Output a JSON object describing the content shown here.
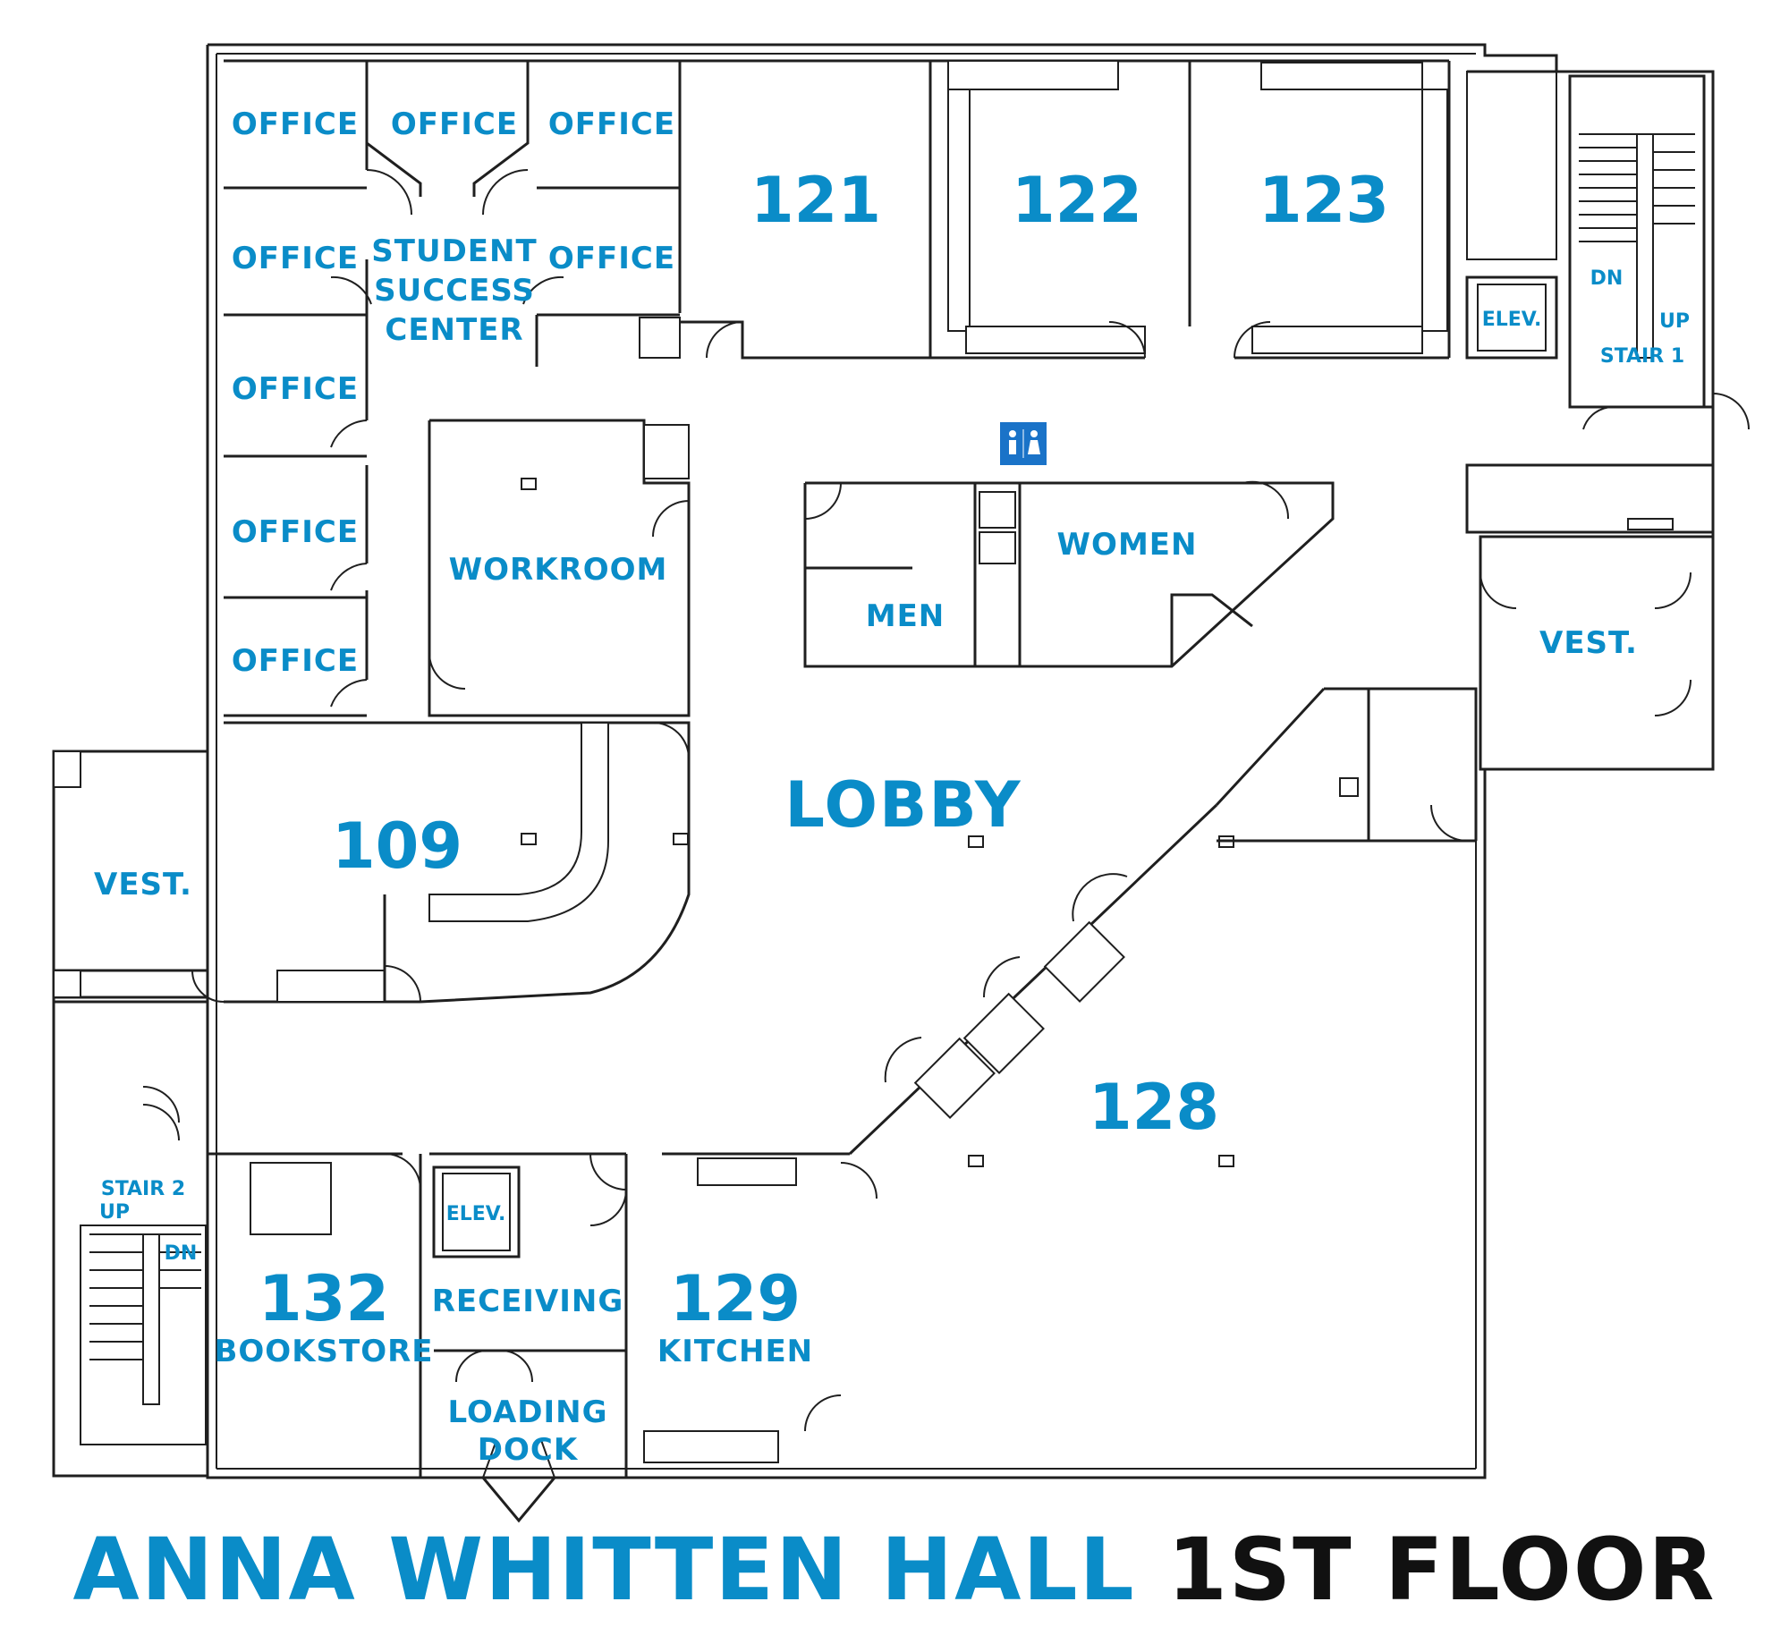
{
  "building": "ANNA WHITTEN HALL",
  "floor": "1ST FLOOR",
  "colors": {
    "label": "#0a8cc8",
    "title_black": "#111111",
    "walls": "#1f1f1f",
    "restroom_sign": "#1a73c8"
  },
  "rooms": {
    "office_1": "OFFICE",
    "office_2": "OFFICE",
    "office_3": "OFFICE",
    "office_4": "OFFICE",
    "office_5": "OFFICE",
    "office_6": "OFFICE",
    "office_7": "OFFICE",
    "office_8": "OFFICE",
    "student_success": [
      "STUDENT",
      "SUCCESS",
      "CENTER"
    ],
    "r121": "121",
    "r122": "122",
    "r123": "123",
    "elev_1": "ELEV.",
    "stair_1": "STAIR 1",
    "stair_1_up": "UP",
    "stair_1_dn": "DN",
    "workroom": "WORKROOM",
    "men": "MEN",
    "women": "WOMEN",
    "vest_east": "VEST.",
    "lobby": "LOBBY",
    "r109": "109",
    "vest_west": "VEST.",
    "r128": "128",
    "stair_2": "STAIR 2",
    "stair_2_up": "UP",
    "stair_2_dn": "DN",
    "r132": "132",
    "bookstore": "BOOKSTORE",
    "elev_2": "ELEV.",
    "receiving": "RECEIVING",
    "loading_dock": [
      "LOADING",
      "DOCK"
    ],
    "r129": "129",
    "kitchen": "KITCHEN"
  },
  "icons": [
    "restroom-sign-icon",
    "column-marker-icon",
    "door-swing-icon",
    "stair-arrow-icon"
  ]
}
